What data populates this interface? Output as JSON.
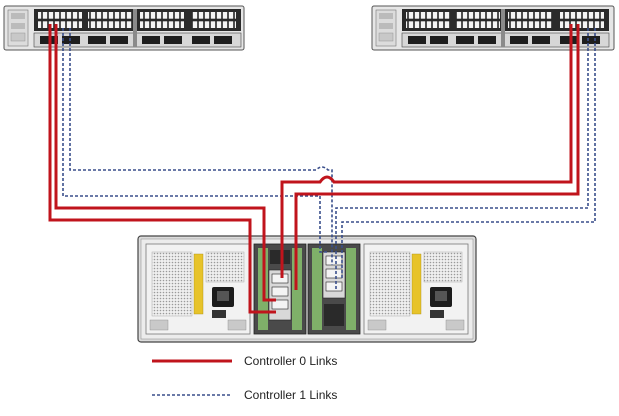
{
  "legend": {
    "controller0": {
      "label": "Controller 0 Links",
      "color": "#c0141c",
      "style": "solid"
    },
    "controller1": {
      "label": "Controller 1 Links",
      "color": "#3a4f8c",
      "style": "dashed"
    }
  },
  "colors": {
    "chassis": "#e3e3e3",
    "chassis_dark": "#2a2a2a",
    "port": "#1c1c1c",
    "psu_mesh": "#c9c9c9",
    "warning_label": "#e7c32a",
    "controller_green": "#7fb069"
  },
  "devices": {
    "left_switch": {
      "icon": "network-switch-icon"
    },
    "right_switch": {
      "icon": "network-switch-icon"
    },
    "storage_enclosure": {
      "icon": "storage-enclosure-rear-icon"
    }
  }
}
